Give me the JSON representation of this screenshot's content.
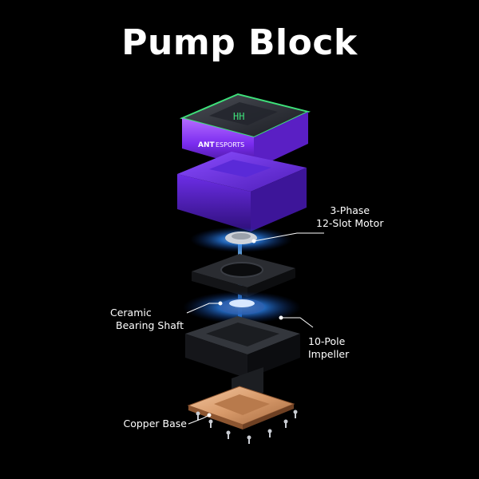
{
  "title": "Pump Block",
  "brand": {
    "logo_mark": "ANT",
    "logo_text": "ESPORTS"
  },
  "screen_text": "HH",
  "labels": {
    "motor": {
      "line1": "3-Phase",
      "line2": "12-Slot Motor"
    },
    "bearing": {
      "line1": "Ceramic",
      "line2": "Bearing Shaft"
    },
    "impeller": {
      "line1": "10-Pole",
      "line2": "Impeller"
    },
    "copper": {
      "line1": "Copper Base"
    }
  },
  "colors": {
    "background": "#000000",
    "accent_purple": "#7b2cf0",
    "glow_blue": "#2d8bff",
    "screen_green": "#3ee07a",
    "copper": "#d89a6a"
  }
}
